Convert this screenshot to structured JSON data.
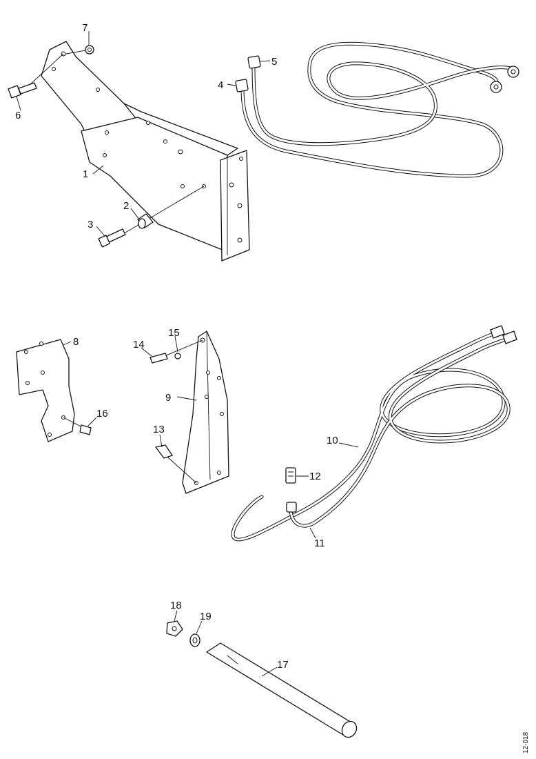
{
  "parts": [
    {
      "id": "1"
    },
    {
      "id": "2"
    },
    {
      "id": "3"
    },
    {
      "id": "4"
    },
    {
      "id": "5"
    },
    {
      "id": "6"
    },
    {
      "id": "7"
    },
    {
      "id": "8"
    },
    {
      "id": "9"
    },
    {
      "id": "10"
    },
    {
      "id": "11"
    },
    {
      "id": "12"
    },
    {
      "id": "13"
    },
    {
      "id": "14"
    },
    {
      "id": "15"
    },
    {
      "id": "16"
    },
    {
      "id": "17"
    },
    {
      "id": "18"
    },
    {
      "id": "19"
    }
  ],
  "figure_ref": "12-018"
}
